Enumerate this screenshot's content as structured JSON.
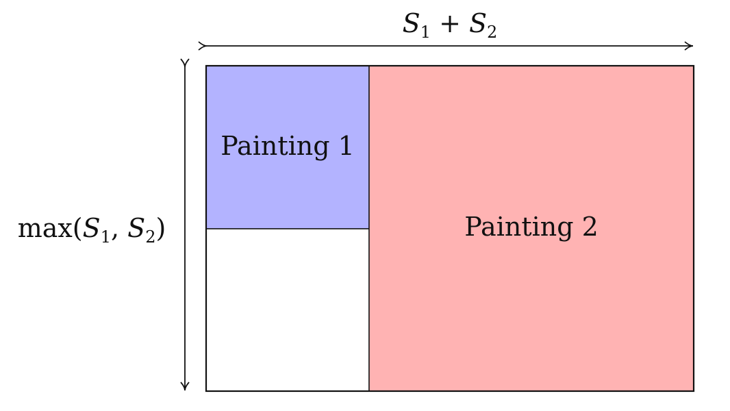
{
  "colors": {
    "painting_1_fill": "#b3b3ff",
    "painting_2_fill": "#ffb3b3",
    "empty_fill": "#ffffff",
    "stroke": "#111111"
  },
  "width_dimension": {
    "s1": "S",
    "s1_subscript": "1",
    "plus": " + ",
    "s2": "S",
    "s2_subscript": "2"
  },
  "height_dimension": {
    "prefix": "max(",
    "s1": "S",
    "s1_subscript": "1",
    "comma": ", ",
    "s2": "S",
    "s2_subscript": "2",
    "suffix": ")"
  },
  "paintings": {
    "painting_1": "Painting 1",
    "painting_2": "Painting 2"
  }
}
